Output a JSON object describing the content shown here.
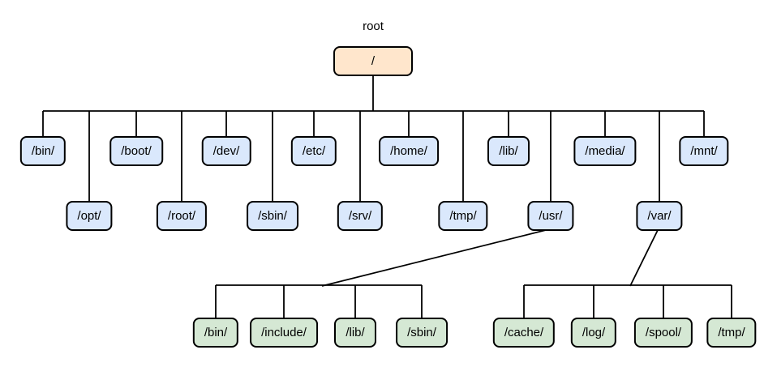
{
  "diagram": {
    "caption": "root",
    "colors": {
      "background": "#ffffff",
      "stroke": "#000000",
      "root_fill": "#ffe6cc",
      "dir_fill": "#dae8fc",
      "sub_fill": "#d5e8d4"
    },
    "nodes": [
      {
        "id": "root",
        "label": "/",
        "kind": "root",
        "parent": null
      },
      {
        "id": "bin",
        "label": "/bin/",
        "kind": "dir",
        "parent": "root"
      },
      {
        "id": "boot",
        "label": "/boot/",
        "kind": "dir",
        "parent": "root"
      },
      {
        "id": "dev",
        "label": "/dev/",
        "kind": "dir",
        "parent": "root"
      },
      {
        "id": "etc",
        "label": "/etc/",
        "kind": "dir",
        "parent": "root"
      },
      {
        "id": "home",
        "label": "/home/",
        "kind": "dir",
        "parent": "root"
      },
      {
        "id": "lib",
        "label": "/lib/",
        "kind": "dir",
        "parent": "root"
      },
      {
        "id": "media",
        "label": "/media/",
        "kind": "dir",
        "parent": "root"
      },
      {
        "id": "mnt",
        "label": "/mnt/",
        "kind": "dir",
        "parent": "root"
      },
      {
        "id": "opt",
        "label": "/opt/",
        "kind": "dir",
        "parent": "root"
      },
      {
        "id": "root-home",
        "label": "/root/",
        "kind": "dir",
        "parent": "root"
      },
      {
        "id": "sbin",
        "label": "/sbin/",
        "kind": "dir",
        "parent": "root"
      },
      {
        "id": "srv",
        "label": "/srv/",
        "kind": "dir",
        "parent": "root"
      },
      {
        "id": "tmp",
        "label": "/tmp/",
        "kind": "dir",
        "parent": "root"
      },
      {
        "id": "usr",
        "label": "/usr/",
        "kind": "dir",
        "parent": "root"
      },
      {
        "id": "var",
        "label": "/var/",
        "kind": "dir",
        "parent": "root"
      },
      {
        "id": "usr-bin",
        "label": "/bin/",
        "kind": "sub",
        "parent": "usr"
      },
      {
        "id": "usr-include",
        "label": "/include/",
        "kind": "sub",
        "parent": "usr"
      },
      {
        "id": "usr-lib",
        "label": "/lib/",
        "kind": "sub",
        "parent": "usr"
      },
      {
        "id": "usr-sbin",
        "label": "/sbin/",
        "kind": "sub",
        "parent": "usr"
      },
      {
        "id": "var-cache",
        "label": "/cache/",
        "kind": "sub",
        "parent": "var"
      },
      {
        "id": "var-log",
        "label": "/log/",
        "kind": "sub",
        "parent": "var"
      },
      {
        "id": "var-spool",
        "label": "/spool/",
        "kind": "sub",
        "parent": "var"
      },
      {
        "id": "var-tmp",
        "label": "/tmp/",
        "kind": "sub",
        "parent": "var"
      }
    ]
  }
}
